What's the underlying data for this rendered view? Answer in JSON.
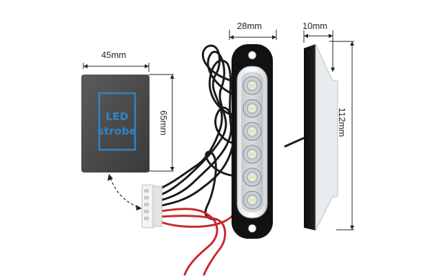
{
  "dimensions": {
    "module_width": "45mm",
    "module_height": "65mm",
    "light_width": "28mm",
    "light_depth": "10mm",
    "light_height": "112mm"
  },
  "module": {
    "line1": "LED",
    "line2": "strobe"
  },
  "light": {
    "led_count": 6
  },
  "colors": {
    "module_body": "#4a4a4a",
    "module_frame": "#2f86c8",
    "housing": "#111111",
    "wire_black": "#1a1a1a",
    "wire_red": "#c8282d",
    "led_glow": "#ffffff"
  }
}
